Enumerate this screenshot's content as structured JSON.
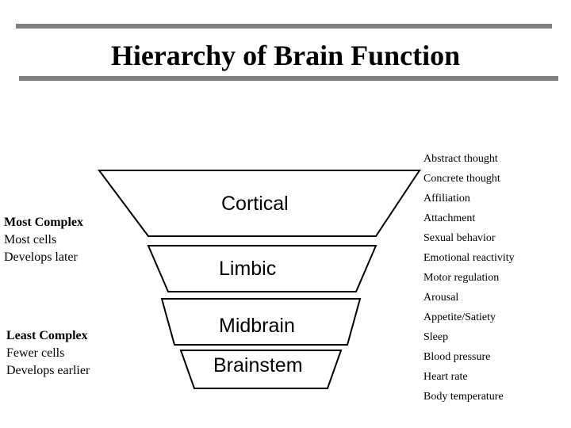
{
  "title": "Hierarchy of Brain Function",
  "tiers": [
    {
      "label": "Cortical"
    },
    {
      "label": "Limbic"
    },
    {
      "label": "Midbrain"
    },
    {
      "label": "Brainstem"
    }
  ],
  "most_complex": {
    "heading": "Most Complex",
    "lines": [
      "Most cells",
      "Develops later"
    ]
  },
  "least_complex": {
    "heading": "Least Complex",
    "lines": [
      "Fewer cells",
      "Develops earlier"
    ]
  },
  "functions": [
    "Abstract thought",
    "Concrete thought",
    "Affiliation",
    "Attachment",
    "Sexual behavior",
    "Emotional reactivity",
    "Motor regulation",
    "Arousal",
    "Appetite/Satiety",
    "Sleep",
    "Blood pressure",
    "Heart rate",
    "Body temperature"
  ]
}
